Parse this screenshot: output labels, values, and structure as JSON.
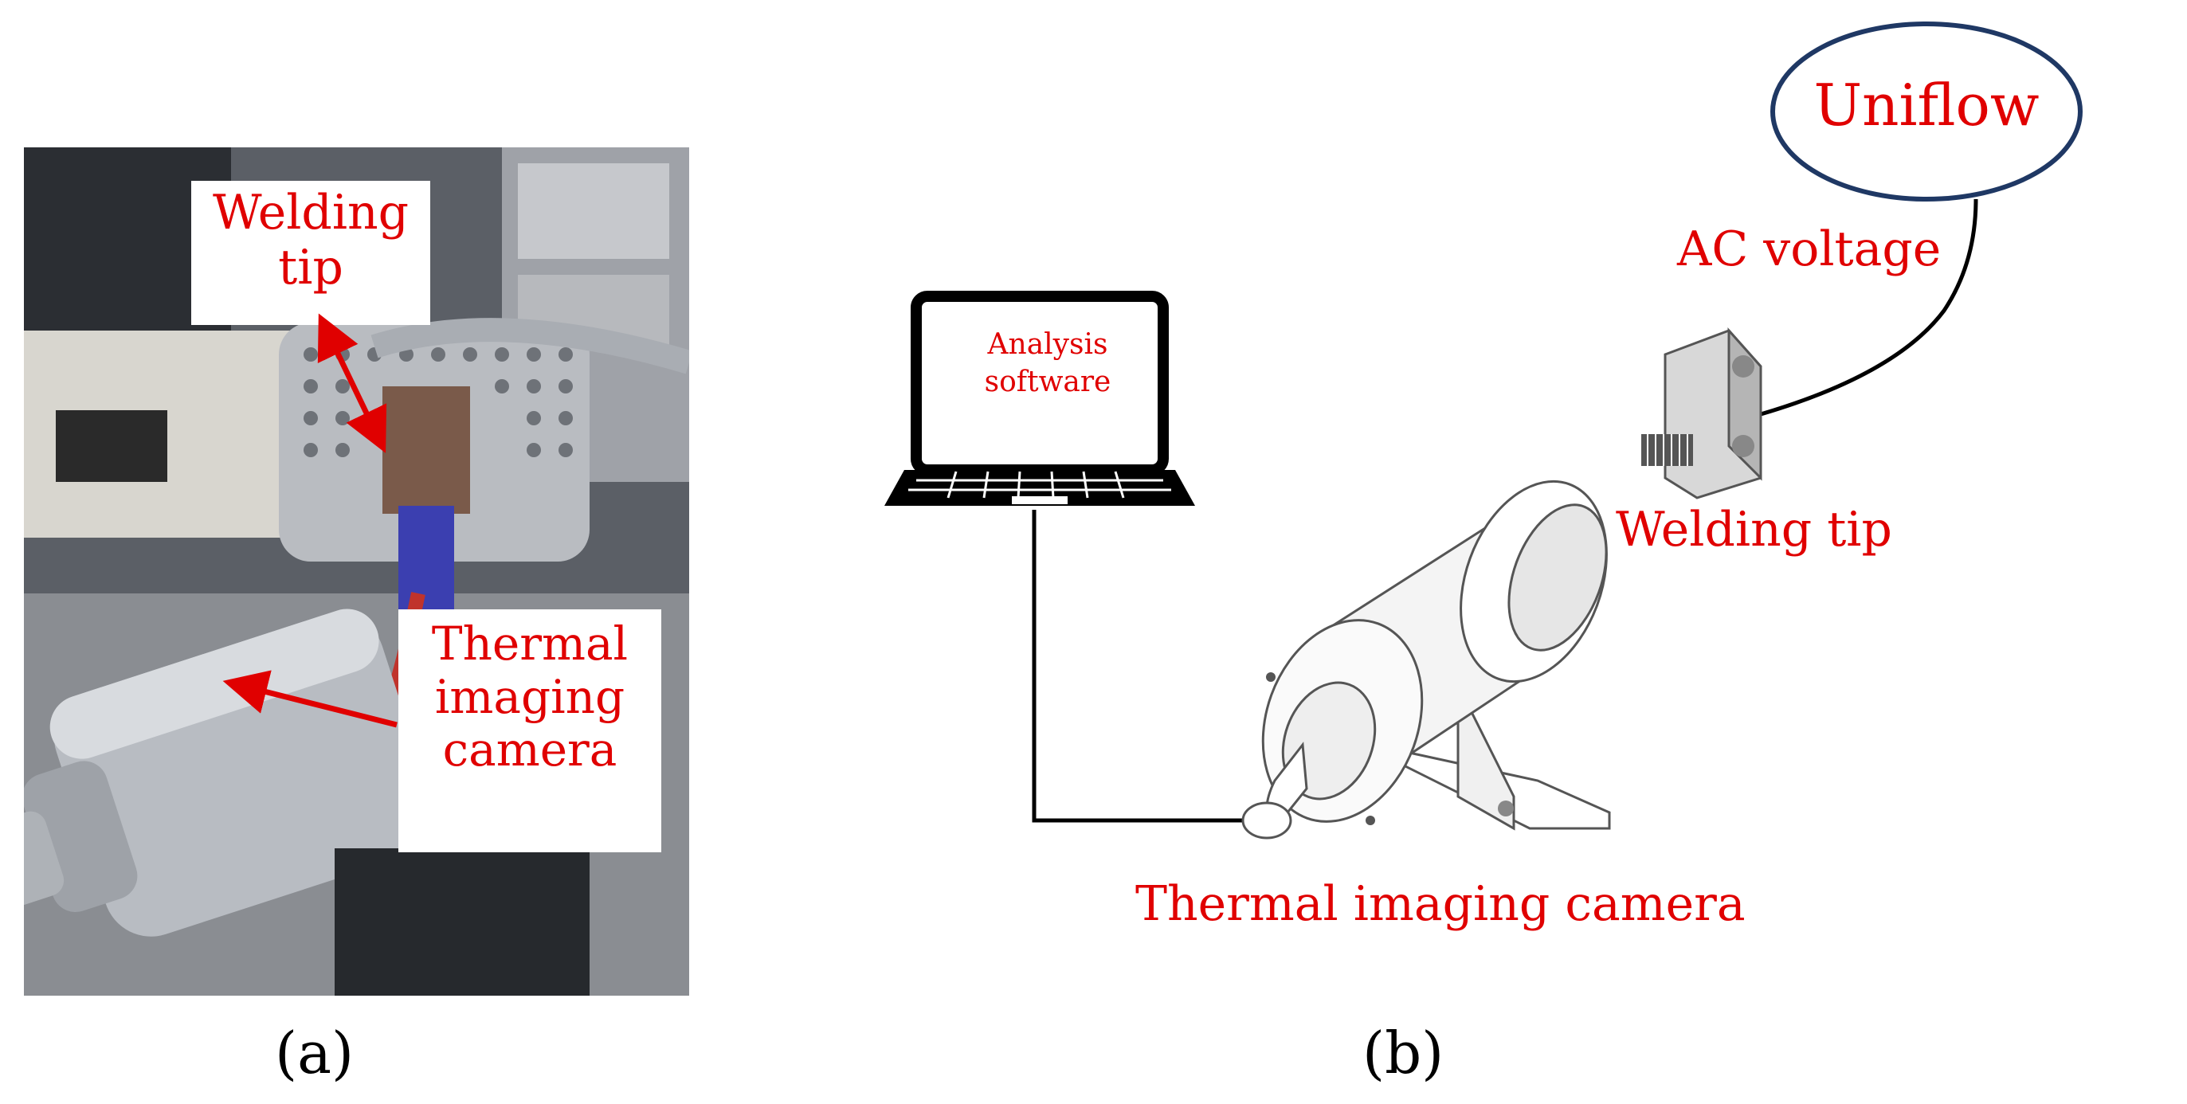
{
  "panel_a": {
    "labels": {
      "welding_tip_line1": "Welding",
      "welding_tip_line2": "tip",
      "camera_line1": "Thermal",
      "camera_line2": "imaging",
      "camera_line3": "camera"
    },
    "caption": "(a)"
  },
  "panel_b": {
    "uniflow": "Uniflow",
    "ac_voltage": "AC voltage",
    "welding_tip": "Welding tip",
    "thermal_camera": "Thermal imaging camera",
    "laptop_line1": "Analysis",
    "laptop_line2": "software",
    "caption": "(b)"
  },
  "colors": {
    "label_red": "#e00000",
    "ellipse_stroke": "#1f3864",
    "arrow_red": "#e00000"
  }
}
